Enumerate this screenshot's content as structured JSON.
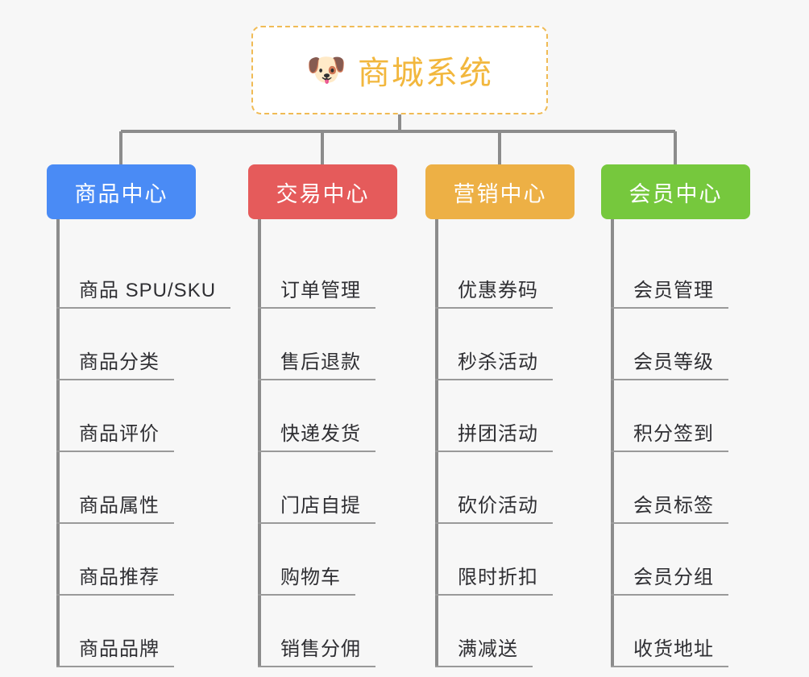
{
  "root": {
    "icon": "dog-face-icon",
    "icon_glyph": "🐶",
    "title": "商城系统",
    "color": "#f2b73d",
    "border_color": "#f0bb55"
  },
  "canvas": {
    "background": "#f7f7f7",
    "connector_color": "#8c8c8c",
    "leaf_rule_color": "#9a9a9a"
  },
  "branches": [
    {
      "label": "商品中心",
      "color": "#4a8bf5",
      "items": [
        "商品 SPU/SKU",
        "商品分类",
        "商品评价",
        "商品属性",
        "商品推荐",
        "商品品牌"
      ]
    },
    {
      "label": "交易中心",
      "color": "#e55b5b",
      "items": [
        "订单管理",
        "售后退款",
        "快递发货",
        "门店自提",
        "购物车",
        "销售分佣"
      ]
    },
    {
      "label": "营销中心",
      "color": "#edb045",
      "items": [
        "优惠券码",
        "秒杀活动",
        "拼团活动",
        "砍价活动",
        "限时折扣",
        "满减送"
      ]
    },
    {
      "label": "会员中心",
      "color": "#76c83d",
      "items": [
        "会员管理",
        "会员等级",
        "积分签到",
        "会员标签",
        "会员分组",
        "收货地址"
      ]
    }
  ]
}
